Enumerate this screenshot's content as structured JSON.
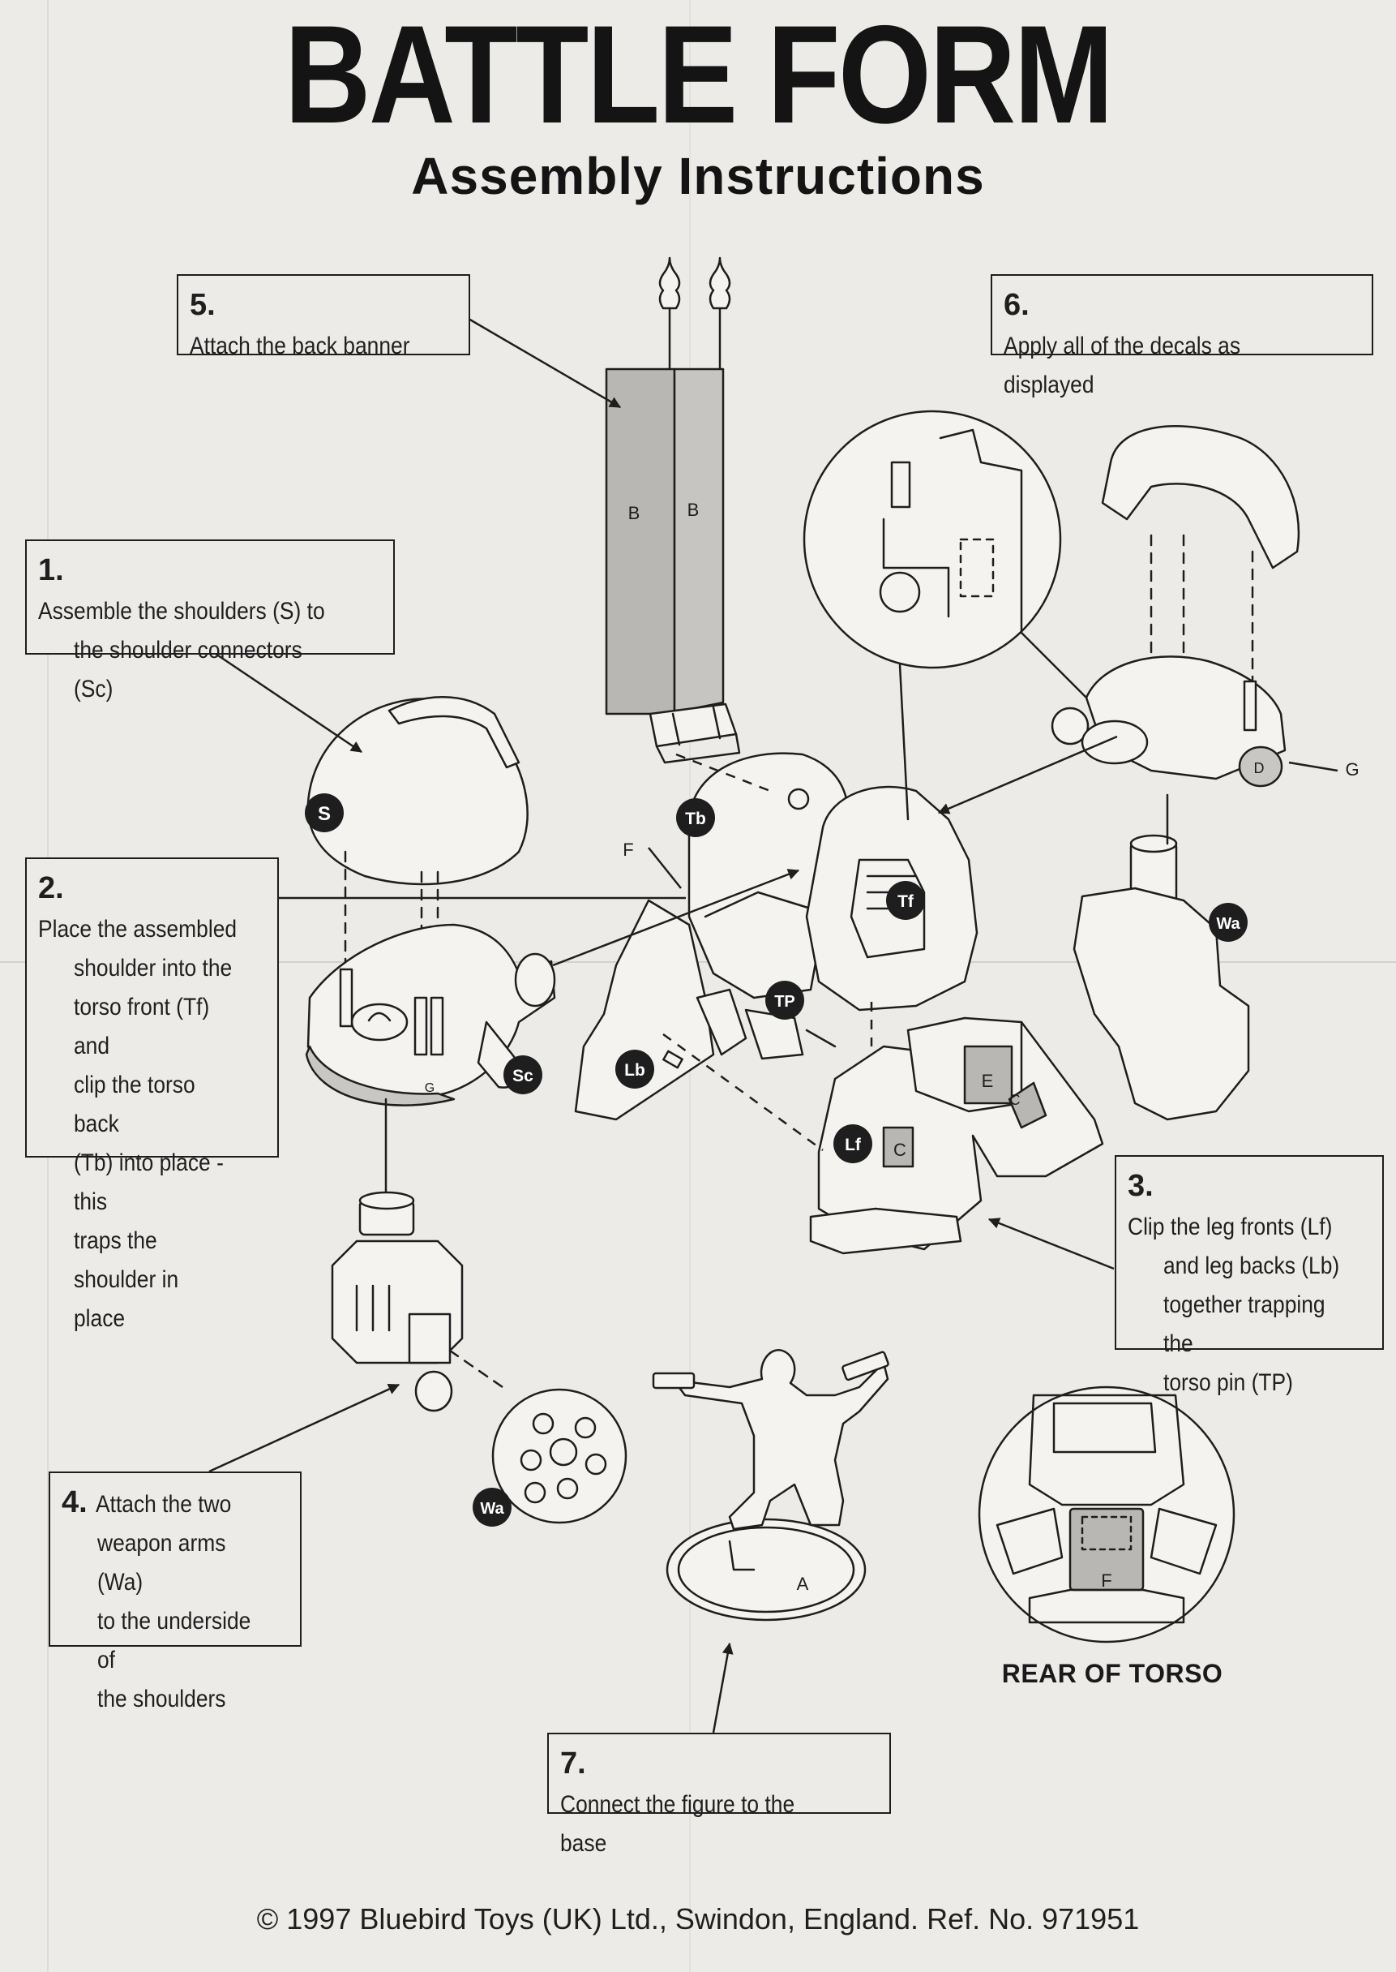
{
  "header": {
    "title": "BATTLE FORM",
    "subtitle": "Assembly Instructions"
  },
  "steps": [
    {
      "num": "1.",
      "lines": [
        "Assemble the shoulders (S) to",
        "the shoulder connectors (Sc)"
      ]
    },
    {
      "num": "2.",
      "lines": [
        "Place the assembled",
        "shoulder into the",
        "torso front (Tf) and",
        "clip the torso back",
        "(Tb) into place - this",
        "traps the shoulder in",
        "place"
      ]
    },
    {
      "num": "3.",
      "lines": [
        "Clip the leg fronts (Lf)",
        "and leg backs (Lb)",
        "together trapping the",
        "torso pin (TP)"
      ]
    },
    {
      "num": "4.",
      "lines": [
        "Attach the two",
        "weapon arms (Wa)",
        "to the underside of",
        "the shoulders"
      ]
    },
    {
      "num": "5.",
      "lines": [
        "Attach the back banner"
      ]
    },
    {
      "num": "6.",
      "lines": [
        "Apply all of the decals as displayed"
      ]
    },
    {
      "num": "7.",
      "lines": [
        "Connect the figure to the base"
      ]
    }
  ],
  "part_labels": {
    "shoulder": "S",
    "shoulder_connector": "Sc",
    "torso_back": "Tb",
    "torso_front": "Tf",
    "torso_pin": "TP",
    "leg_back": "Lb",
    "leg_front": "Lf",
    "weapon_arm_right": "Wa",
    "weapon_arm_left": "Wa"
  },
  "decal_letters": {
    "banner_1": "B",
    "banner_2": "B",
    "base": "A",
    "leg_upper": "E",
    "leg_side": "C",
    "leg_lower": "C",
    "rear": "F",
    "shoulder_disc": "D",
    "shoulder_g": "G",
    "flag_f": "F",
    "connector_g": "G"
  },
  "rear_of_torso_label": "REAR OF TORSO",
  "footer": {
    "copyright": "© 1997 Bluebird Toys (UK) Ltd., Swindon, England. Ref. No. 971951"
  }
}
